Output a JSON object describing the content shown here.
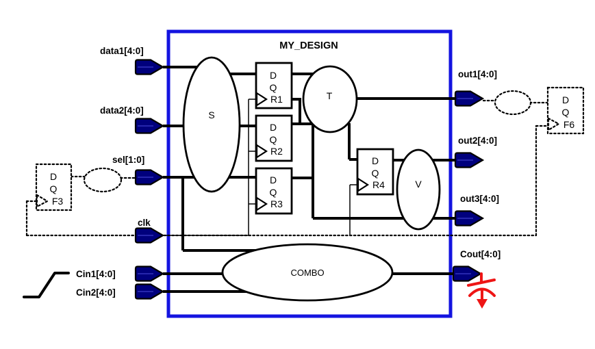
{
  "title": "MY_DESIGN",
  "ports": {
    "inputs": [
      {
        "label": "data1[4:0]"
      },
      {
        "label": "data2[4:0]"
      },
      {
        "label": "sel[1:0]"
      },
      {
        "label": "clk"
      },
      {
        "label": "Cin1[4:0]"
      },
      {
        "label": "Cin2[4:0]"
      }
    ],
    "outputs": [
      {
        "label": "out1[4:0]"
      },
      {
        "label": "out2[4:0]"
      },
      {
        "label": "out3[4:0]"
      },
      {
        "label": "Cout[4:0]"
      }
    ]
  },
  "clouds": {
    "s": "S",
    "t": "T",
    "v": "V",
    "combo": "COMBO"
  },
  "flops": {
    "r1": {
      "d": "D",
      "q": "Q",
      "label": "R1"
    },
    "r2": {
      "d": "D",
      "q": "Q",
      "label": "R2"
    },
    "r3": {
      "d": "D",
      "q": "Q",
      "label": "R3"
    },
    "r4": {
      "d": "D",
      "q": "Q",
      "label": "R4"
    },
    "f3": {
      "d": "D",
      "q": "Q",
      "label": "F3"
    },
    "f6": {
      "d": "D",
      "q": "Q",
      "label": "F6"
    }
  },
  "colors": {
    "design_border": "#1414e0",
    "port_fill": "#00007d",
    "port_midline": "#3d3dc9",
    "load_symbol": "#ee1515",
    "wire": "#000000"
  }
}
